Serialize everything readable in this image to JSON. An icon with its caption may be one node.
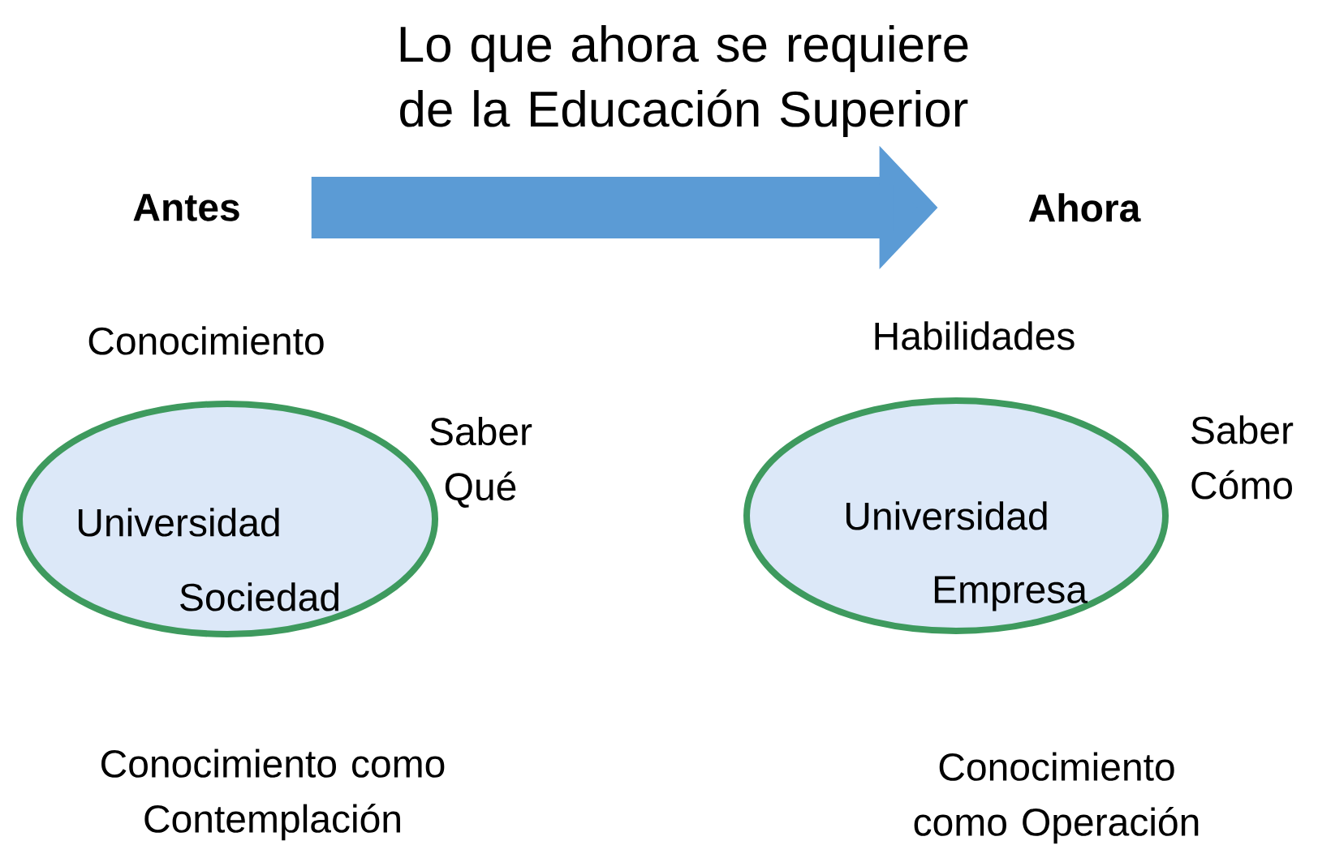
{
  "diagram": {
    "title": "Lo que ahora se requiere de la Educación Superior",
    "nodes": [
      {
        "text": [
          "Antes"
        ]
      },
      {
        "text": [
          "Ahora"
        ]
      },
      {
        "text": [
          "Universidad",
          "Sociedad"
        ]
      },
      {
        "text": [
          "Universidad",
          "Empresa"
        ]
      }
    ],
    "edges": [
      {
        "from": 0,
        "to": 1,
        "arrow": "to",
        "color": "#5b9bd5"
      }
    ],
    "labels": [
      "Conocimiento",
      "Saber Qué",
      "Habilidades",
      "Saber Cómo",
      "Conocimiento como Contemplación",
      "Conocimiento como Operación"
    ]
  }
}
